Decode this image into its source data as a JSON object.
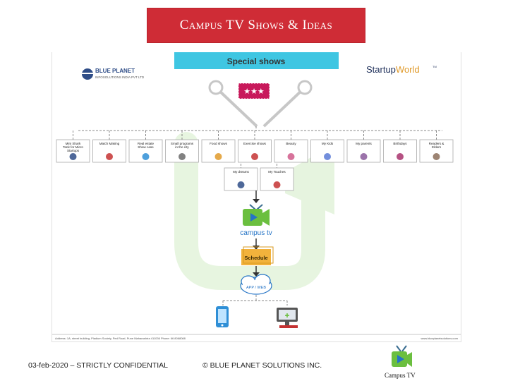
{
  "header": {
    "title": "Campus TV Shows & Ideas"
  },
  "slide": {
    "banner": "Special shows",
    "left_logo": {
      "name": "BLUE PLANET",
      "sub": "INFOSOLUTIONS INDIA PVT LTD"
    },
    "right_logo": {
      "part1": "Startup",
      "part2": "World",
      "tm": "TM"
    },
    "categories_row1": [
      "Mini Shark Tank for Micro Startups",
      "Match Making",
      "Real estate Show case",
      "Small programs in the city",
      "Food shows",
      "Exercise shows",
      "Beauty",
      "My Kids",
      "My parents",
      "Birthdays",
      "Readers & Elders"
    ],
    "categories_row2": [
      "My dreams",
      "My Touches"
    ],
    "center_logo_text": "campus tv",
    "schedule_label": "Schedule",
    "channel_label": "APP / WEB",
    "footer_contact": "Address: 1A, street building, Pladium Society, Ped Road, Pune Maharashtra 411036 Phone: 66 8068088",
    "footer_web": "www.blueplanetsolutions.com"
  },
  "footer": {
    "date": "03-feb-2020 – STRICTLY CONFIDENTIAL",
    "copyright": "© BLUE PLANET SOLUTIONS INC.",
    "brand": "Campus TV"
  },
  "colors": {
    "title_bg": "#cf2c36",
    "banner_bg": "#3fc6e2",
    "accent_green": "#6bbf3f",
    "accent_blue": "#2574c6",
    "schedule_bg": "#f2b23c",
    "ticket_bg": "#c8195b"
  }
}
